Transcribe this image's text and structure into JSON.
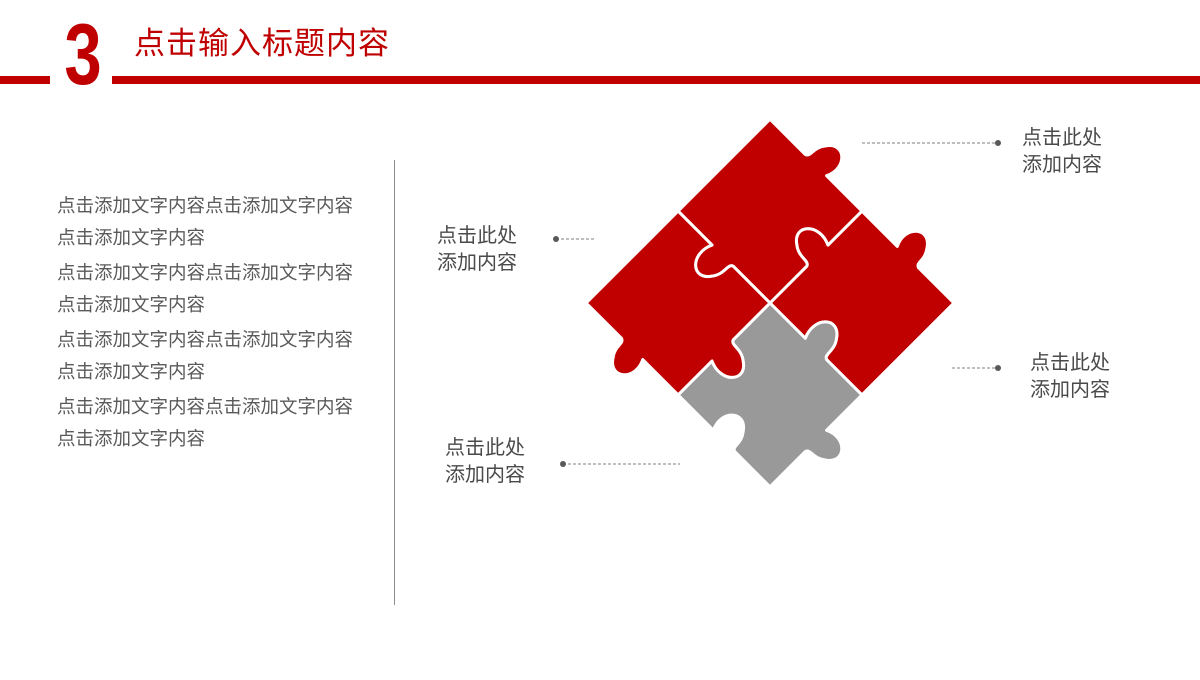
{
  "header": {
    "section_number": "3",
    "title": "点击输入标题内容"
  },
  "body": {
    "paragraphs": [
      "点击添加文字内容点击添加文字内容点击添加文字内容",
      "点击添加文字内容点击添加文字内容点击添加文字内容",
      "点击添加文字内容点击添加文字内容点击添加文字内容",
      "点击添加文字内容点击添加文字内容点击添加文字内容"
    ]
  },
  "puzzle": {
    "pieces": [
      {
        "name": "top",
        "color": "#c00000"
      },
      {
        "name": "left",
        "color": "#c00000"
      },
      {
        "name": "right",
        "color": "#999999"
      },
      {
        "name": "bottom",
        "color": "#c00000"
      }
    ]
  },
  "callouts": {
    "top_right": {
      "line1": "点击此处",
      "line2": "添加内容"
    },
    "left": {
      "line1": "点击此处",
      "line2": "添加内容"
    },
    "right": {
      "line1": "点击此处",
      "line2": "添加内容"
    },
    "bottom_left": {
      "line1": "点击此处",
      "line2": "添加内容"
    }
  },
  "colors": {
    "accent": "#c00000",
    "gray_piece": "#999999",
    "text": "#595959"
  }
}
